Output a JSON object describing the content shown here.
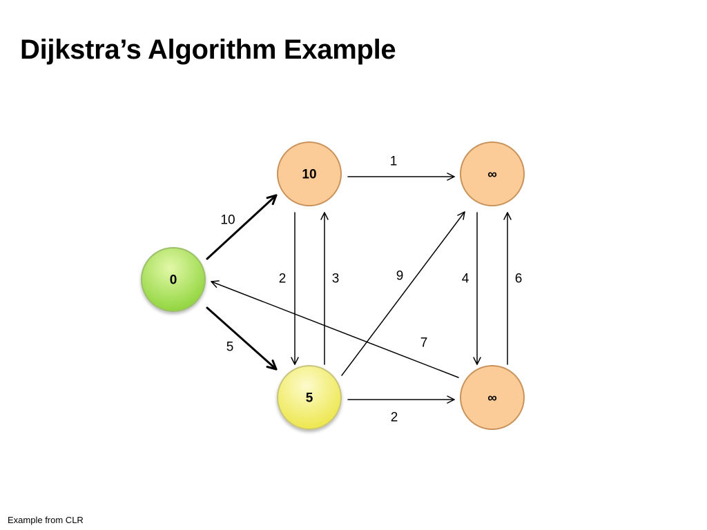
{
  "title": "Dijkstra’s Algorithm Example",
  "footer": "Example from CLR",
  "colors": {
    "source_fill_light": "#e2f8a8",
    "source_fill_dark": "#8fd43c",
    "source_stroke": "#9cbf6a",
    "current_fill_light": "#fdfbcc",
    "current_fill_dark": "#ece64a",
    "current_stroke": "#c9c47c",
    "unvisited_fill": "#fccc98",
    "unvisited_stroke": "#c9925a",
    "edge": "#000000"
  },
  "graph": {
    "nodes": [
      {
        "id": "s",
        "label": "0",
        "state": "source"
      },
      {
        "id": "t",
        "label": "10",
        "state": "unvisited"
      },
      {
        "id": "x",
        "label": "∞",
        "state": "unvisited"
      },
      {
        "id": "y",
        "label": "5",
        "state": "current"
      },
      {
        "id": "z",
        "label": "∞",
        "state": "unvisited"
      }
    ],
    "edges": [
      {
        "from": "s",
        "to": "t",
        "weight": "10",
        "emphasized": true
      },
      {
        "from": "s",
        "to": "y",
        "weight": "5",
        "emphasized": true
      },
      {
        "from": "t",
        "to": "x",
        "weight": "1",
        "emphasized": false
      },
      {
        "from": "t",
        "to": "y",
        "weight": "2",
        "emphasized": false
      },
      {
        "from": "y",
        "to": "t",
        "weight": "3",
        "emphasized": false
      },
      {
        "from": "y",
        "to": "x",
        "weight": "9",
        "emphasized": false
      },
      {
        "from": "x",
        "to": "z",
        "weight": "4",
        "emphasized": false
      },
      {
        "from": "z",
        "to": "x",
        "weight": "6",
        "emphasized": false
      },
      {
        "from": "z",
        "to": "s",
        "weight": "7",
        "emphasized": false
      },
      {
        "from": "y",
        "to": "z",
        "weight": "2",
        "emphasized": false
      }
    ]
  }
}
